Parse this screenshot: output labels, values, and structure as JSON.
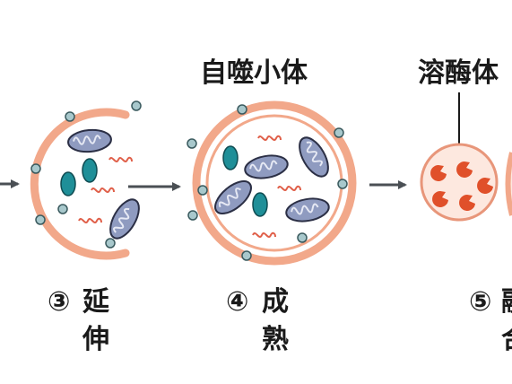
{
  "labels": {
    "autophagosome": "自噬小体",
    "lysosome": "溶酶体"
  },
  "steps": [
    {
      "num": "③",
      "line1": "延",
      "line2": "伸"
    },
    {
      "num": "④",
      "line1": "成",
      "line2": "熟"
    },
    {
      "num": "⑤",
      "line1": "融",
      "line2": "合"
    }
  ],
  "colors": {
    "membrane": "#f2a88a",
    "membrane_fill": "#fde8df",
    "particle": "#a8c8cc",
    "mitochondria": "#8f9bc0",
    "teal_vesicle": "#1f8f98",
    "protein": "#e0604a",
    "enzyme": "#e0502a",
    "arrow": "#4a4f54"
  }
}
